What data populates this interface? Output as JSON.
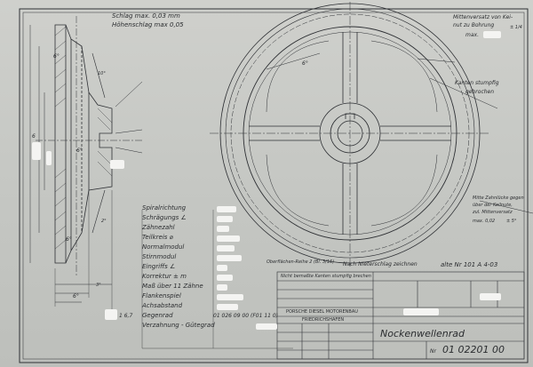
{
  "notes": {
    "top_left_1": "Schlag max. 0,03 mm",
    "top_left_2": "Höhenschlag max 0,05",
    "top_right_1": "Mittenversatz von Kei-",
    "top_right_2": "nut zu Bohrung",
    "top_right_3": "max.",
    "top_right_tol": "± 1/4",
    "kanten": "Kanten stumpfig",
    "gebrochen": "gebrochen",
    "mitte_1": "Mitte Zahnlücke gegen",
    "mitte_2": "über der Keilnute,",
    "mitte_3": "zul. Mittenversatz",
    "mitte_4": "max. 0,02",
    "mitte_5": "± 5°",
    "oberflaeche": "Oberflächen-Reihe 2 (Bl. 3/16)",
    "nach_naherschlag": "Nach Nieterschlag zeichnen",
    "drawing_ref": "alte Nr 101 A 4-03"
  },
  "dims": {
    "d1": "6°",
    "d2": "10°",
    "d3": "6°",
    "d4": "2°",
    "d5": "6°",
    "d6": "6°",
    "d7": "1 6,7",
    "d8": "3°",
    "d9": "6°",
    "d10": "6"
  },
  "specs": [
    {
      "label": "Spiralrichtung"
    },
    {
      "label": "Schrägungs ∠"
    },
    {
      "label": "Zähnezahl"
    },
    {
      "label": "Teilkreis ⌀"
    },
    {
      "label": "Normalmodul"
    },
    {
      "label": "Stirnmodul"
    },
    {
      "label": "Eingriffs ∠"
    },
    {
      "label": "Korrektur ± m"
    },
    {
      "label": "Maß über 11 Zähne"
    },
    {
      "label": "Flankenspiel"
    },
    {
      "label": "Achsabstand"
    },
    {
      "label": "Gegenrad",
      "value": "01 026 09 00 (F01 11 0)"
    },
    {
      "label": "Verzahnung - Gütegrad"
    }
  ],
  "title_block": {
    "header_note": "Nicht bemaßte Kanten stumpfig brechen",
    "company_1": "PORSCHE DIESEL MOTORENBAU",
    "company_2": "FRIEDRICHSHAFEN",
    "title": "Nockenwellenrad",
    "part_number": "01 02201 00",
    "nr_label": "Nr"
  },
  "colors": {
    "paper": "#cfd0cc",
    "ink": "#2a2c2f",
    "redaction": "#f4f4f2"
  }
}
